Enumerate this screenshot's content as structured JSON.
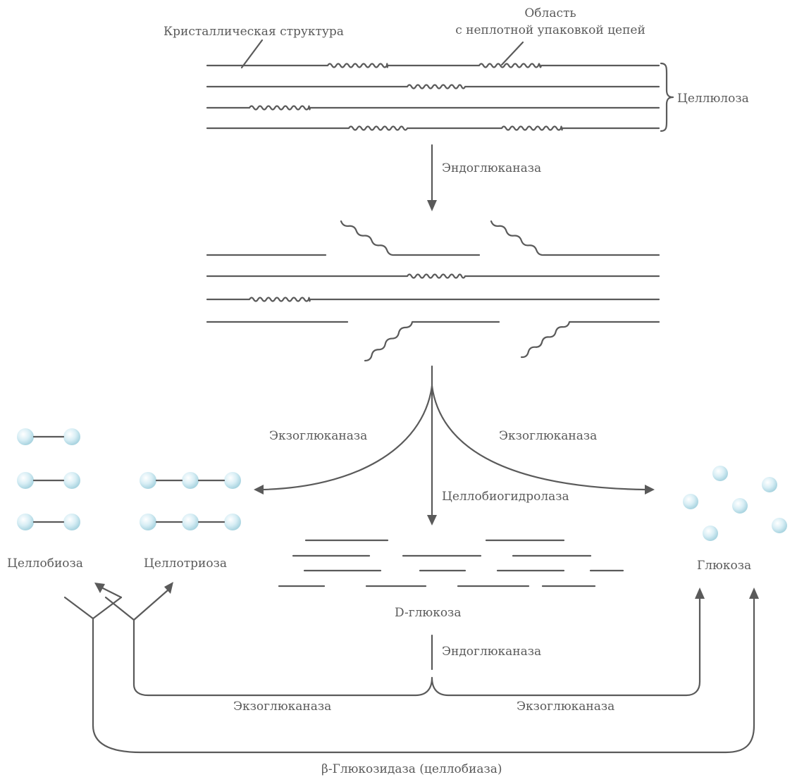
{
  "labels": {
    "crystalline": "Кристаллическая структура",
    "loose_region_line1": "Область",
    "loose_region_line2": "с неплотной упаковкой цепей",
    "cellulose": "Целлюлоза",
    "endo_top": "Эндоглюканаза",
    "exo_left": "Экзоглюканаза",
    "exo_right": "Экзоглюканаза",
    "cellobiohydrolase": "Целлобиогидролаза",
    "cellobiose": "Целлобиоза",
    "cellotriose": "Целлотриоза",
    "glucose": "Глюкоза",
    "d_glucose": "D-глюкоза",
    "endo_bottom": "Эндоглюканаза",
    "exo_bottom_left": "Экзоглюканаза",
    "exo_bottom_right": "Экзоглюканаза",
    "beta_glucosidase": "β-Глюкозидаза (целлобиаза)"
  },
  "colors": {
    "line": "#5a5a5a",
    "sphere_light": "#f4fbfd",
    "sphere_dark": "#a9d4e0"
  }
}
